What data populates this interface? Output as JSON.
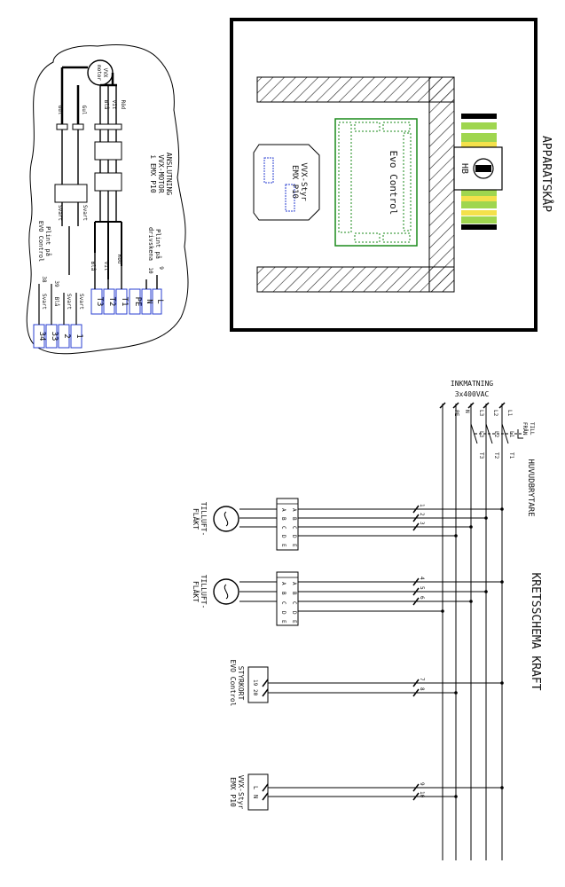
{
  "titles": {
    "cabinet": "APPARATSKÅP",
    "circuit": "KRETSSCHEMA KRAFT",
    "connection_1": "ANSLUTNING",
    "connection_2": "VVX-MOTOR",
    "connection_3": "i EMX P10"
  },
  "cabinet": {
    "evo_label": "Evo Control",
    "emx_label_1": "VVX-Styr",
    "emx_label_2": "EMX P10",
    "main_switch": "HB"
  },
  "supply": {
    "title_1": "INKMATNING",
    "title_2": "3x400VAC",
    "lines": [
      "PE",
      "N",
      "L3",
      "L2",
      "L1"
    ]
  },
  "main_switch": {
    "label": "HUVUDBRYTARE",
    "on": "TILL",
    "off": "FRÅN",
    "inputs": [
      "L3",
      "L2",
      "L1"
    ],
    "outputs": [
      "T3",
      "T2",
      "T1"
    ]
  },
  "fans": [
    {
      "label_1": "TILLUFT-",
      "label_2": "FLÄKT",
      "terminals": [
        "1",
        "2",
        "3"
      ]
    },
    {
      "label_1": "TILLUFT-",
      "label_2": "FLÄKT",
      "terminals": [
        "4",
        "5",
        "6"
      ]
    }
  ],
  "contacts": [
    "A",
    "B",
    "C",
    "D",
    "E"
  ],
  "controller": {
    "label_1": "STYRKORT",
    "label_2": "EVO Control",
    "pins": [
      "19",
      "20"
    ],
    "terminals": [
      "7",
      "8"
    ]
  },
  "vvx_controller": {
    "label_1": "VVX-Styr",
    "label_2": "EMX P10",
    "pins": [
      "L",
      "N"
    ],
    "terminals": [
      "9",
      "10"
    ]
  },
  "motor": {
    "label_1": "VVX",
    "label_2": "motor",
    "wires": [
      "Röd",
      "Vit",
      "Blå"
    ],
    "wires_left": [
      "Gul",
      "Gul"
    ],
    "wire_svart": "Svart",
    "note_emx_1": "Plint på",
    "note_emx_2": "drivskena",
    "note_evo_1": "Plint på",
    "note_evo_2": "EVO Control",
    "emx_terminals": [
      "L",
      "N",
      "PE",
      "T1",
      "T2",
      "T3"
    ],
    "emx_wires": [
      "Blå",
      "Vit",
      "Röd"
    ],
    "emx_nums": [
      "9",
      "10"
    ],
    "evo_terminals": [
      "1",
      "2",
      "33",
      "34"
    ],
    "evo_nums": [
      "39",
      "38"
    ],
    "evo_wires": [
      "Blå",
      "Svart"
    ]
  }
}
